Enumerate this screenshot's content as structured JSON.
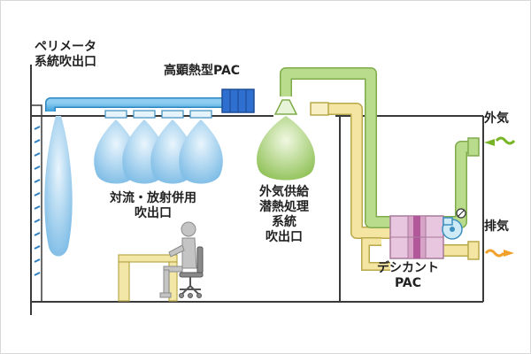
{
  "labels": {
    "perimeter": [
      "ペリメータ",
      "系統吹出口"
    ],
    "high_sensible_pac": "高顕熱型PAC",
    "convection_radiation": [
      "対流・放射併用",
      "吹出口"
    ],
    "outdoor_air_latent": [
      "外気供給",
      "潜熱処理",
      "系統",
      "吹出口"
    ],
    "desiccant_pac": [
      "デシカント",
      "PAC"
    ],
    "outdoor_air": "外気",
    "exhaust": "排気"
  },
  "colors": {
    "building_line": "#3a3a3a",
    "duct_blue": "#4aa8dc",
    "pac_unit": "#2f6fd0",
    "green_duct": "#b8dc8c",
    "yellow_duct": "#f4e6a2",
    "desiccant_unit": "#e8c6df",
    "desiccant_core": "#b0589a",
    "airflow_blue": "#8fc6ea",
    "airflow_green": "#a2cc6a",
    "arrow_green": "#77b526",
    "arrow_orange": "#f0a12a",
    "desk": "#f3e7a8",
    "person": "#c4c4c4",
    "chair": "#8a8a8a"
  },
  "icons": {
    "fan": "fan-icon",
    "damper": "damper-icon",
    "outdoor_arrow": "wavy-arrow-icon",
    "exhaust_arrow": "wavy-arrow-icon"
  }
}
